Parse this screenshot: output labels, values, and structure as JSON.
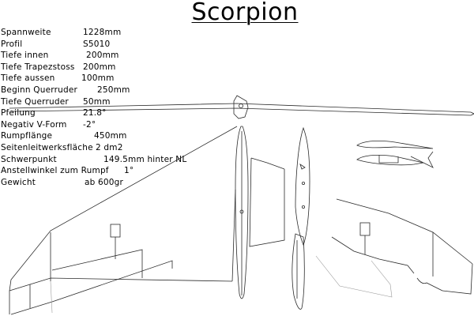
{
  "title": "Scorpion",
  "specs": [
    {
      "label": "Spannweite",
      "value": "1228mm"
    },
    {
      "label": "Profil",
      "value": "S5010"
    },
    {
      "label": "Tiefe innen",
      "value": "200mm"
    },
    {
      "label": "Tiefe Trapezstoss",
      "value": "200mm"
    },
    {
      "label": "Tiefe aussen",
      "value": "100mm"
    },
    {
      "label": "Beginn Querruder",
      "value": "250mm"
    },
    {
      "label": "Tiefe Querruder",
      "value": "50mm"
    },
    {
      "label": "Pfeilung",
      "value": "21.8°"
    },
    {
      "label": "Negativ V-Form",
      "value": "-2°"
    },
    {
      "label": "Rumpflänge",
      "value": "450mm"
    },
    {
      "label": "Seitenleitwerksfläche",
      "value": "2 dm2"
    },
    {
      "label": "Schwerpunkt",
      "value": "149.5mm hinter NL"
    },
    {
      "label": "Anstellwinkel zum Rumpf",
      "value": "1°"
    },
    {
      "label": "Gewicht",
      "value": "ab 600gr"
    }
  ],
  "colors": {
    "line": "#2a2a2a",
    "accent_line": "#555555",
    "light_line": "#9a9a9a",
    "background": "#ffffff"
  }
}
